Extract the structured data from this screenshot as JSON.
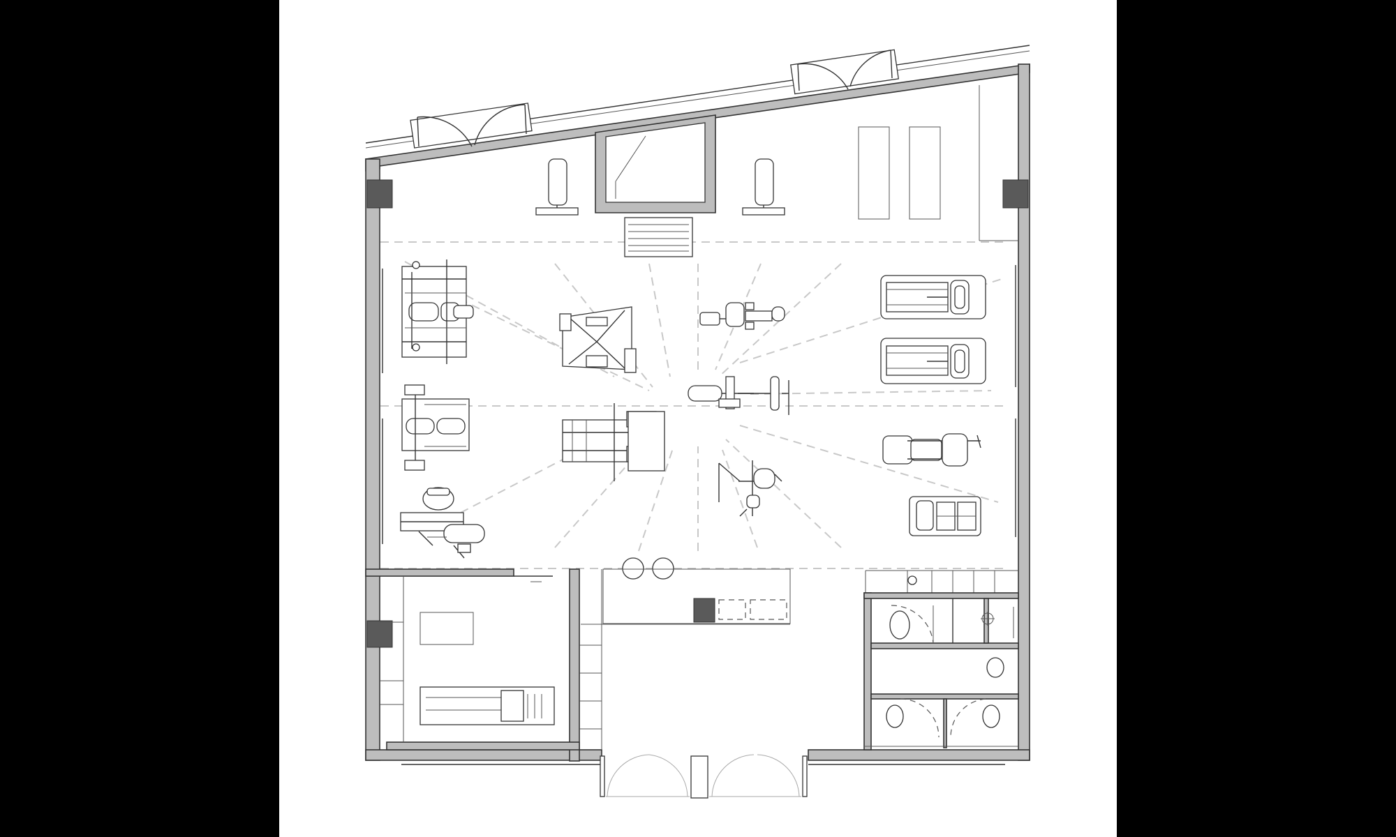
{
  "colors": {
    "background": "#000000",
    "sheet": "#ffffff",
    "wall": "#bdbdbd",
    "column": "#5a5a5a",
    "line": "#333333",
    "sightline": "#c8c8c8"
  },
  "equipment": [
    "leg-press-machine",
    "hack-squat-machine",
    "seated-leg-curl",
    "weight-bench",
    "multi-press-machine",
    "chest-press-machine",
    "row-machine",
    "recumbent-bike",
    "rotary-torso-machine",
    "exercise-bike",
    "treadmill",
    "treadmill",
    "elliptical-trainer",
    "stair-climber",
    "flat-bench",
    "flat-bench",
    "dumbbell-rack",
    "massage-table"
  ]
}
